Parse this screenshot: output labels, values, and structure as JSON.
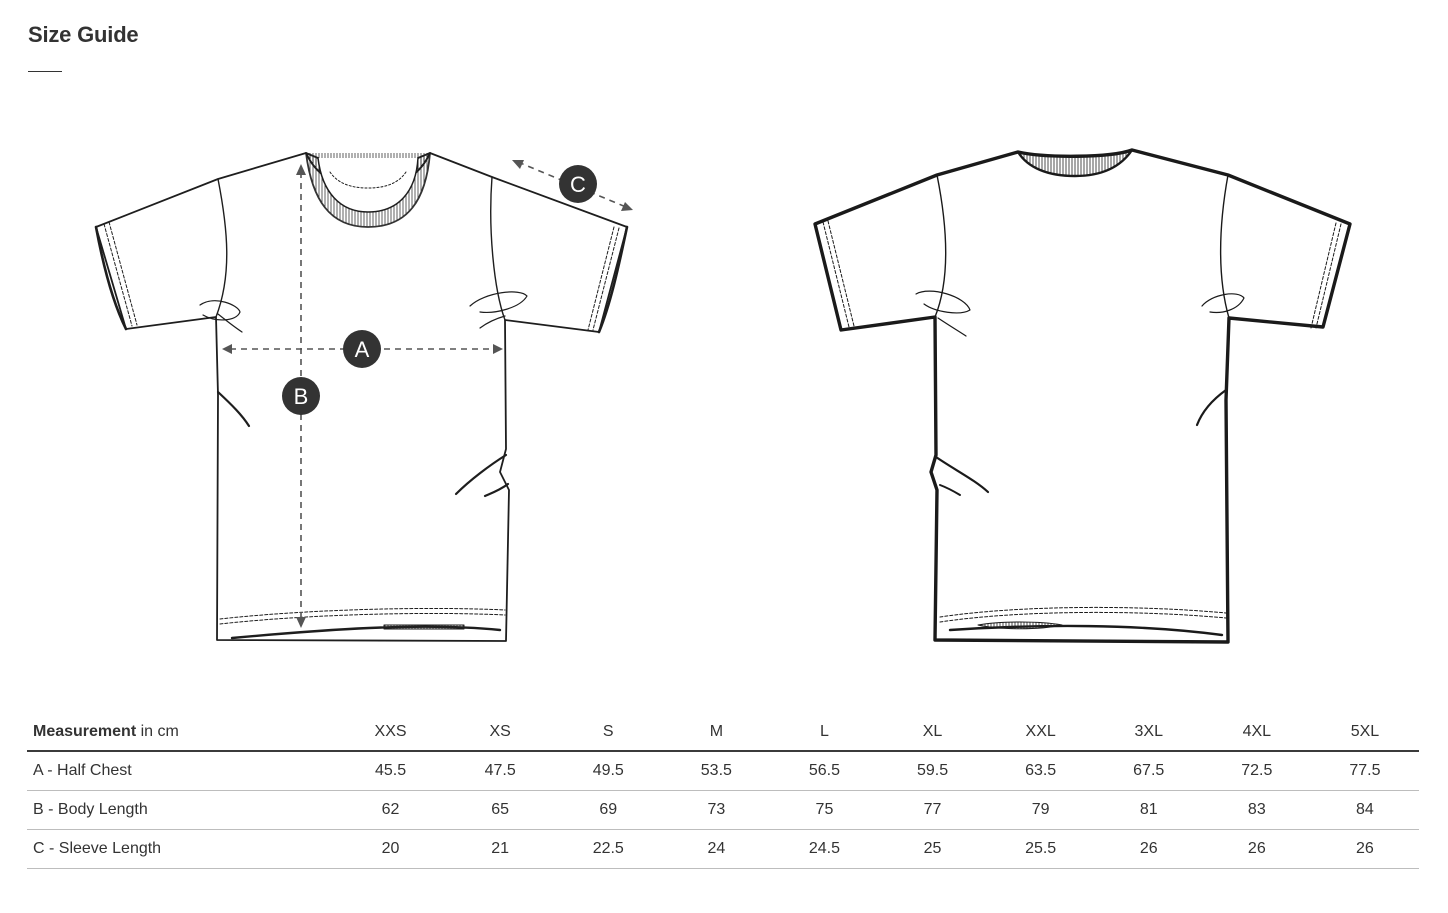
{
  "page": {
    "title": "Size Guide"
  },
  "markers": {
    "a": "A",
    "b": "B",
    "c": "C"
  },
  "table": {
    "header_bold": "Measurement",
    "header_unit": " in cm",
    "sizes": [
      "XXS",
      "XS",
      "S",
      "M",
      "L",
      "XL",
      "XXL",
      "3XL",
      "4XL",
      "5XL"
    ],
    "rows": [
      {
        "label": "A - Half Chest",
        "values": [
          "45.5",
          "47.5",
          "49.5",
          "53.5",
          "56.5",
          "59.5",
          "63.5",
          "67.5",
          "72.5",
          "77.5"
        ]
      },
      {
        "label": "B - Body Length",
        "values": [
          "62",
          "65",
          "69",
          "73",
          "75",
          "77",
          "79",
          "81",
          "83",
          "84"
        ]
      },
      {
        "label": "C - Sleeve Length",
        "values": [
          "20",
          "21",
          "22.5",
          "24",
          "24.5",
          "25",
          "25.5",
          "26",
          "26",
          "26"
        ]
      }
    ]
  },
  "colors": {
    "text": "#333333",
    "marker_fill": "#333333",
    "rule": "#3b3b3b"
  }
}
